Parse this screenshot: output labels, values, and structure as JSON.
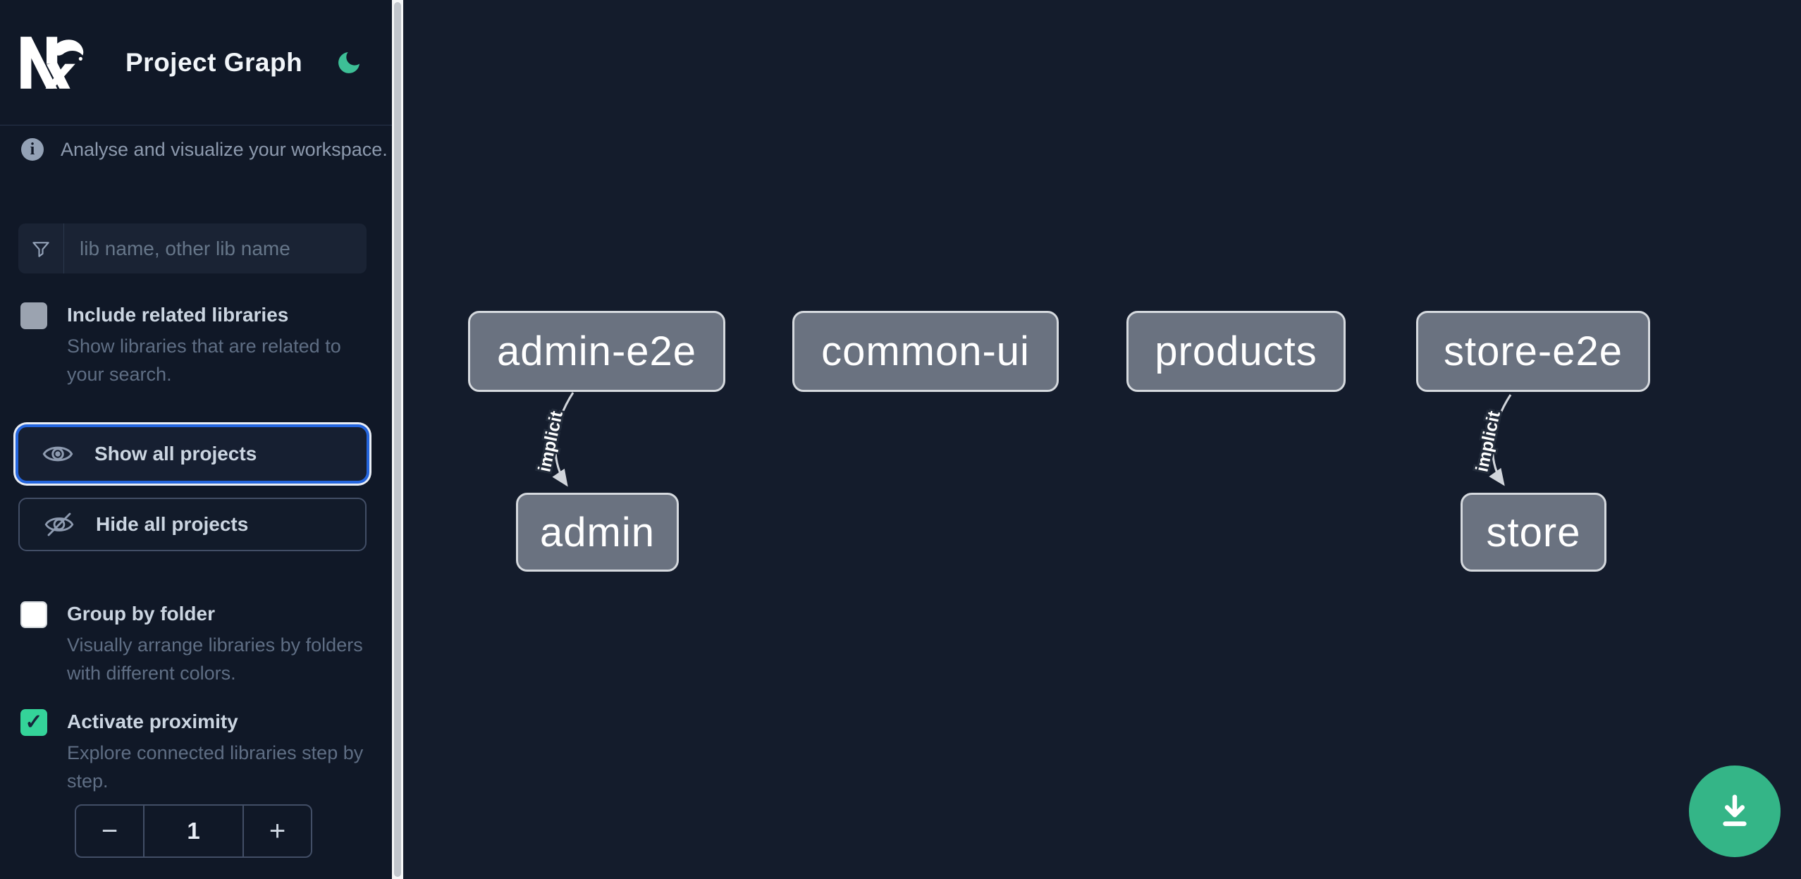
{
  "header": {
    "title": "Project Graph",
    "theme_toggle": "dark-mode"
  },
  "sidebar": {
    "tagline": "Analyse and visualize your workspace.",
    "filter": {
      "placeholder": "lib name, other lib name",
      "value": ""
    },
    "options": [
      {
        "label": "Include related libraries",
        "description": "Show libraries that are related to your search.",
        "checked": false
      },
      {
        "label": "Group by folder",
        "description": "Visually arrange libraries by folders with different colors.",
        "checked": false
      },
      {
        "label": "Activate proximity",
        "description": "Explore connected libraries step by step.",
        "checked": true
      }
    ],
    "buttons": {
      "show_all": "Show all projects",
      "hide_all": "Hide all projects"
    },
    "proximity_stepper": {
      "decrement": "−",
      "value": "1",
      "increment": "+"
    }
  },
  "graph": {
    "nodes": [
      {
        "label": "admin-e2e"
      },
      {
        "label": "common-ui"
      },
      {
        "label": "products"
      },
      {
        "label": "store-e2e"
      },
      {
        "label": "admin"
      },
      {
        "label": "store"
      }
    ],
    "edges": [
      {
        "from": "admin-e2e",
        "to": "admin",
        "label": "implicit"
      },
      {
        "from": "store-e2e",
        "to": "store",
        "label": "implicit"
      }
    ]
  },
  "colors": {
    "sidebar_bg": "#101827",
    "canvas_bg": "#141c2c",
    "accent_green": "#34d399",
    "fab_green": "#34b587",
    "focus_blue": "#2465dd",
    "node_fill": "#6a7280",
    "node_border": "#d5d9de",
    "edge": "#d1d5db"
  }
}
